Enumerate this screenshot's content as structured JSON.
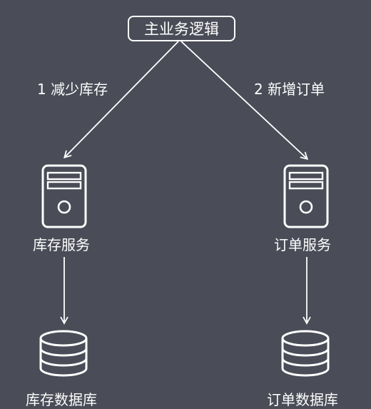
{
  "diagram": {
    "main_node": "主业务逻辑",
    "edge_left": "1 减少库存",
    "edge_right": "2 新增订单",
    "service_left": "库存服务",
    "service_right": "订单服务",
    "db_left": "库存数据库",
    "db_right": "订单数据库",
    "icons": {
      "service": "server-icon",
      "database": "database-icon"
    },
    "colors": {
      "background": "#4a4c57",
      "foreground": "#ffffff"
    }
  }
}
